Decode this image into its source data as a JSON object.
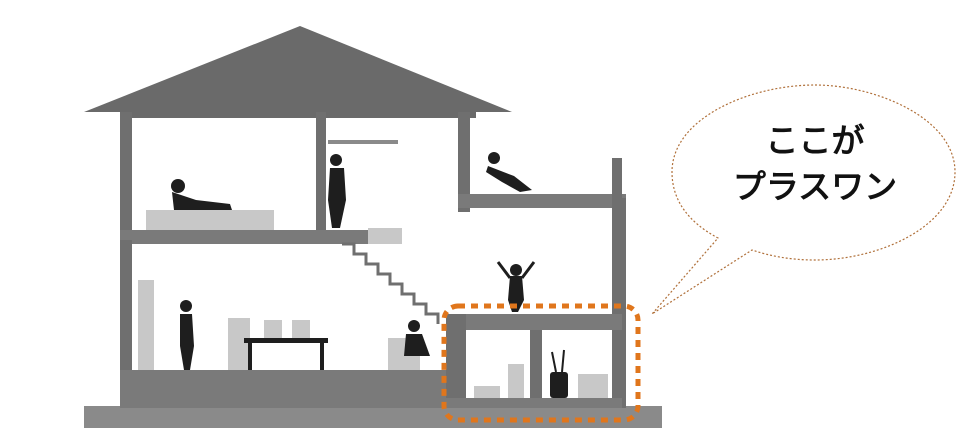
{
  "callout": {
    "line1": "ここが",
    "line2": "プラスワン"
  },
  "colors": {
    "wall": "#6f6f6f",
    "floor": "#7a7a7a",
    "ground": "#888888",
    "roof": "#6a6a6a",
    "furniture_light": "#c8c8c8",
    "silhouette": "#1e1e1e",
    "highlight": "#e0761c",
    "callout_border": "#b0703a"
  },
  "icons": [
    "house-section-diagram",
    "reclining-person-icon",
    "relaxing-person-icon",
    "standing-person-icon",
    "person-at-closet-icon",
    "seated-person-icon",
    "cheering-child-icon",
    "dining-table-icon",
    "golf-bag-icon"
  ]
}
